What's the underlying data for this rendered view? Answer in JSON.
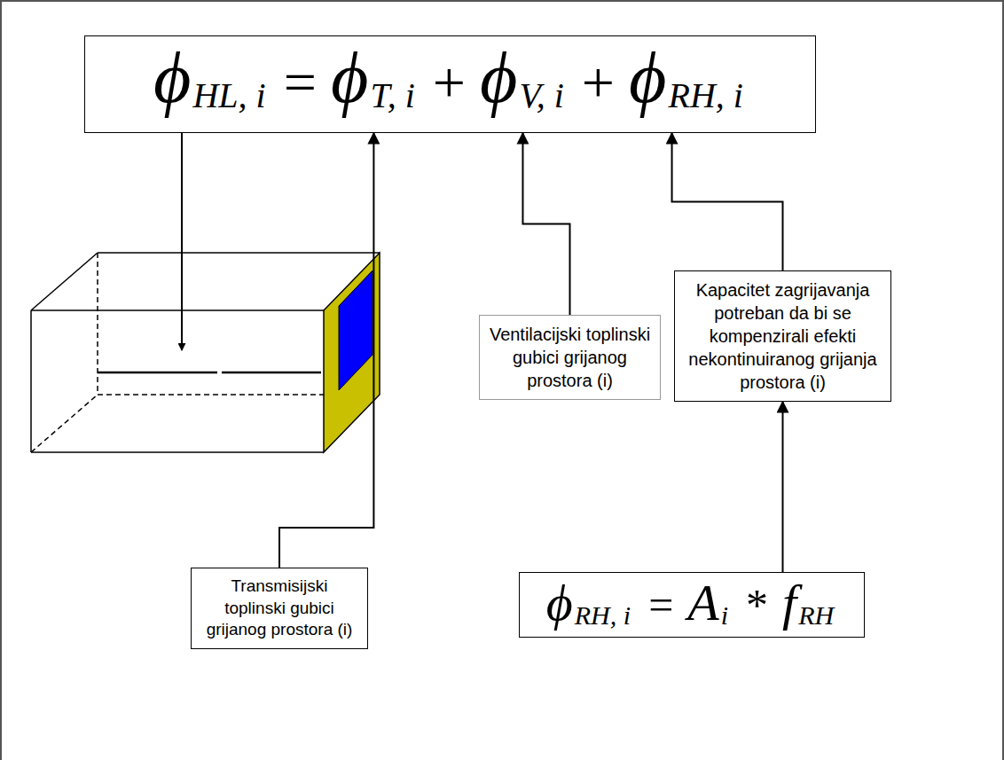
{
  "diagram": {
    "nodes": [
      {
        "text": [
          "ϕ",
          "HL, i",
          "=",
          "ϕ",
          "T, i",
          "+",
          "ϕ",
          "V, i",
          "+",
          "ϕ",
          "RH, i"
        ]
      },
      {
        "text": [
          "Ventilacijski toplinski gubici grijanog prostora (i)"
        ]
      },
      {
        "text": [
          "Kapacitet zagrijavanja potreban da bi se kompenzirali efekti nekontinuiranog grijanja prostora (i)"
        ]
      },
      {
        "text": [
          "Transmisijski toplinski gubici grijanog prostora (i)"
        ]
      },
      {
        "text": [
          "ϕ",
          "RH, i",
          "=",
          "A",
          "i",
          "*",
          "f",
          "RH"
        ]
      }
    ],
    "edges": [
      {
        "from": 3,
        "to": 0,
        "arrow": "to"
      },
      {
        "from": 1,
        "to": 0,
        "arrow": "to"
      },
      {
        "from": 2,
        "to": 0,
        "arrow": "to"
      },
      {
        "from": 4,
        "to": 2,
        "arrow": "to"
      }
    ]
  }
}
